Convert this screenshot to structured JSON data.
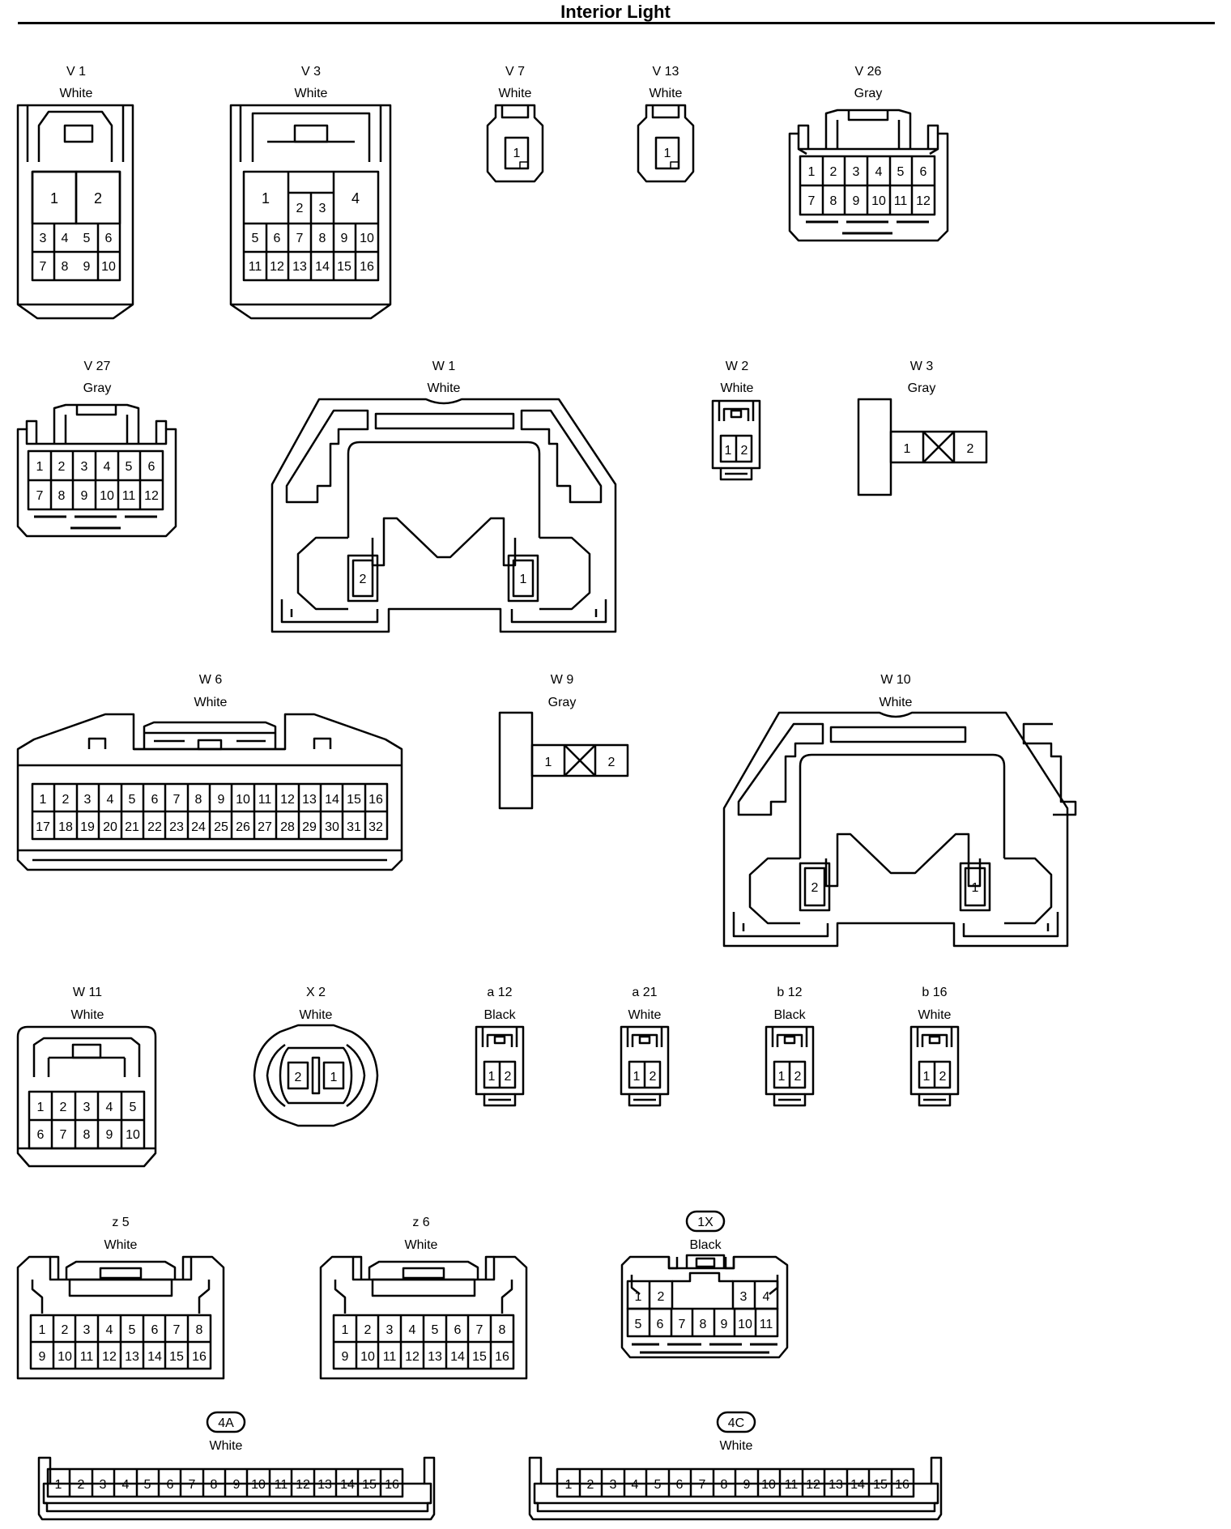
{
  "title": "Interior Light",
  "connectors": {
    "V1": {
      "id": "V 1",
      "color": "White",
      "pins": [
        "1",
        "2",
        "3",
        "4",
        "5",
        "6",
        "7",
        "8",
        "9",
        "10"
      ]
    },
    "V3": {
      "id": "V 3",
      "color": "White",
      "pins": [
        "1",
        "2",
        "3",
        "4",
        "5",
        "6",
        "7",
        "8",
        "9",
        "10",
        "11",
        "12",
        "13",
        "14",
        "15",
        "16"
      ]
    },
    "V7": {
      "id": "V 7",
      "color": "White",
      "pins": [
        "1"
      ]
    },
    "V13": {
      "id": "V 13",
      "color": "White",
      "pins": [
        "1"
      ]
    },
    "V26": {
      "id": "V 26",
      "color": "Gray",
      "pins": [
        "1",
        "2",
        "3",
        "4",
        "5",
        "6",
        "7",
        "8",
        "9",
        "10",
        "11",
        "12"
      ]
    },
    "V27": {
      "id": "V 27",
      "color": "Gray",
      "pins": [
        "1",
        "2",
        "3",
        "4",
        "5",
        "6",
        "7",
        "8",
        "9",
        "10",
        "11",
        "12"
      ]
    },
    "W1": {
      "id": "W 1",
      "color": "White",
      "pins": [
        "1",
        "2"
      ]
    },
    "W2": {
      "id": "W 2",
      "color": "White",
      "pins": [
        "1",
        "2"
      ]
    },
    "W3": {
      "id": "W 3",
      "color": "Gray",
      "pins": [
        "1",
        "2"
      ]
    },
    "W6": {
      "id": "W 6",
      "color": "White",
      "pins": [
        "1",
        "2",
        "3",
        "4",
        "5",
        "6",
        "7",
        "8",
        "9",
        "10",
        "11",
        "12",
        "13",
        "14",
        "15",
        "16",
        "17",
        "18",
        "19",
        "20",
        "21",
        "22",
        "23",
        "24",
        "25",
        "26",
        "27",
        "28",
        "29",
        "30",
        "31",
        "32"
      ]
    },
    "W9": {
      "id": "W 9",
      "color": "Gray",
      "pins": [
        "1",
        "2"
      ]
    },
    "W10": {
      "id": "W 10",
      "color": "White",
      "pins": [
        "1",
        "2"
      ]
    },
    "W11": {
      "id": "W 11",
      "color": "White",
      "pins": [
        "1",
        "2",
        "3",
        "4",
        "5",
        "6",
        "7",
        "8",
        "9",
        "10"
      ]
    },
    "X2": {
      "id": "X 2",
      "color": "White",
      "pins": [
        "1",
        "2"
      ]
    },
    "a12": {
      "id": "a 12",
      "color": "Black",
      "pins": [
        "1",
        "2"
      ]
    },
    "a21": {
      "id": "a 21",
      "color": "White",
      "pins": [
        "1",
        "2"
      ]
    },
    "b12": {
      "id": "b 12",
      "color": "Black",
      "pins": [
        "1",
        "2"
      ]
    },
    "b16": {
      "id": "b 16",
      "color": "White",
      "pins": [
        "1",
        "2"
      ]
    },
    "z5": {
      "id": "z 5",
      "color": "White",
      "pins": [
        "1",
        "2",
        "3",
        "4",
        "5",
        "6",
        "7",
        "8",
        "9",
        "10",
        "11",
        "12",
        "13",
        "14",
        "15",
        "16"
      ]
    },
    "z6": {
      "id": "z 6",
      "color": "White",
      "pins": [
        "1",
        "2",
        "3",
        "4",
        "5",
        "6",
        "7",
        "8",
        "9",
        "10",
        "11",
        "12",
        "13",
        "14",
        "15",
        "16"
      ]
    },
    "1X": {
      "id": "1X",
      "color": "Black",
      "pins": [
        "1",
        "2",
        "3",
        "4",
        "5",
        "6",
        "7",
        "8",
        "9",
        "10",
        "11"
      ]
    },
    "4A": {
      "id": "4A",
      "color": "White",
      "pins": [
        "1",
        "2",
        "3",
        "4",
        "5",
        "6",
        "7",
        "8",
        "9",
        "10",
        "11",
        "12",
        "13",
        "14",
        "15",
        "16"
      ]
    },
    "4C": {
      "id": "4C",
      "color": "White",
      "pins": [
        "1",
        "2",
        "3",
        "4",
        "5",
        "6",
        "7",
        "8",
        "9",
        "10",
        "11",
        "12",
        "13",
        "14",
        "15",
        "16"
      ]
    }
  }
}
